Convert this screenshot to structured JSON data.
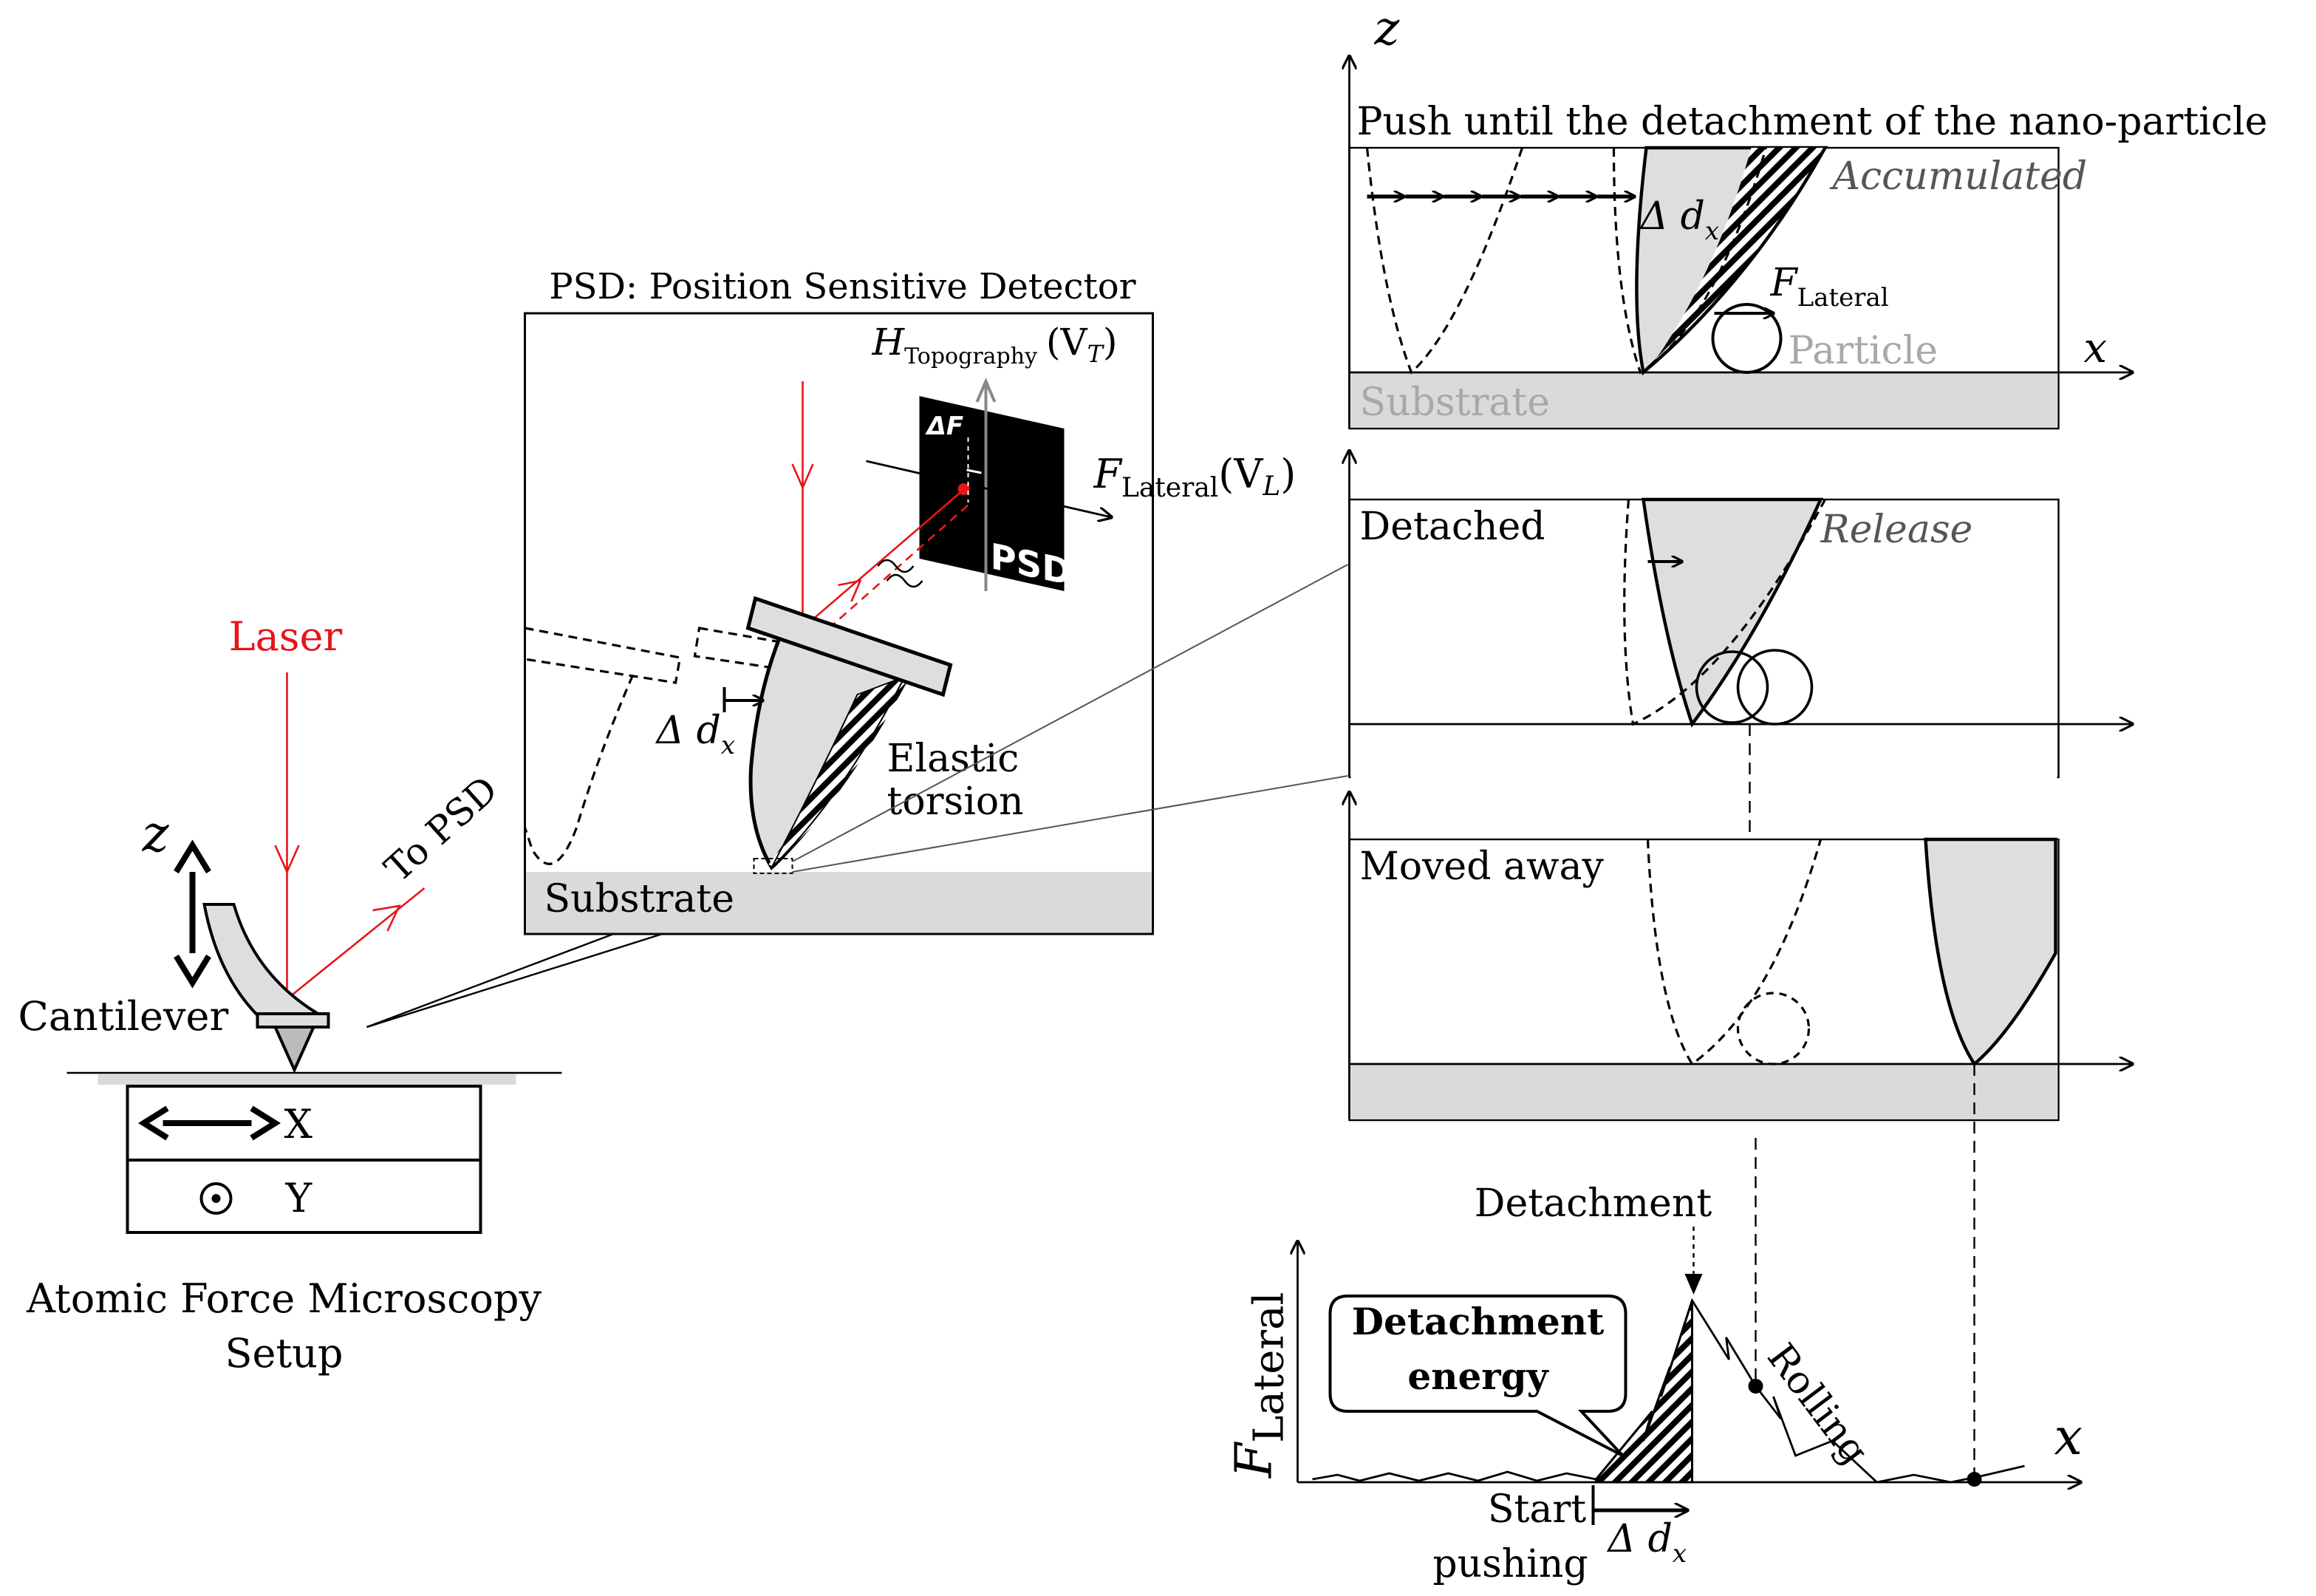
{
  "colors": {
    "laser": "#e8141a",
    "substrate": "#dadada",
    "tip_fill": "#dedede",
    "particle_label": "#a8a8a8",
    "annotation_gray": "#555555",
    "ink": "#000000"
  },
  "afm_setup": {
    "laser_label": "Laser",
    "to_psd_label": "To PSD",
    "cantilever_label": "Cantilever",
    "z_axis_label": "z",
    "x_axis_label": "X",
    "y_axis_label": "Y",
    "caption_line1": "Atomic Force Microscopy",
    "caption_line2": "Setup"
  },
  "psd_inset": {
    "title": "PSD: Position Sensitive Detector",
    "h_label_main": "H",
    "h_label_sub": "Topography",
    "h_label_paren": "(V",
    "h_label_paren_sub": "T",
    "h_label_close": ")",
    "f_label_main": "F",
    "f_label_sub": "Lateral",
    "f_label_paren": "(V",
    "f_label_paren_sub": "L",
    "f_label_close": ")",
    "delta_f_label": "ΔF",
    "psd_plate_label": "PSD",
    "delta_dx_main": "Δ d",
    "delta_dx_sub": "x",
    "elastic_line1": "Elastic",
    "elastic_line2": "torsion",
    "substrate_label": "Substrate"
  },
  "panel_push": {
    "z_label": "z",
    "x_label": "x",
    "title": "Push until the detachment of the nano-particle",
    "accumulated_label": "Accumulated",
    "delta_dx_main": "Δ d",
    "delta_dx_sub": "x",
    "f_main": "F",
    "f_sub": "Lateral",
    "particle_label": "Particle",
    "substrate_label": "Substrate"
  },
  "panel_detached": {
    "title": "Detached",
    "release_label": "Release"
  },
  "panel_moved": {
    "title": "Moved away"
  },
  "force_plot": {
    "detachment_label": "Detachment",
    "energy_line1": "Detachment",
    "energy_line2": "energy",
    "rolling_label": "Rolling",
    "y_axis_main": "F",
    "y_axis_sub": "Lateral",
    "x_axis_label": "x",
    "start_line1": "Start",
    "start_line2": "pushing",
    "delta_dx_main": "Δ d",
    "delta_dx_sub": "x"
  }
}
